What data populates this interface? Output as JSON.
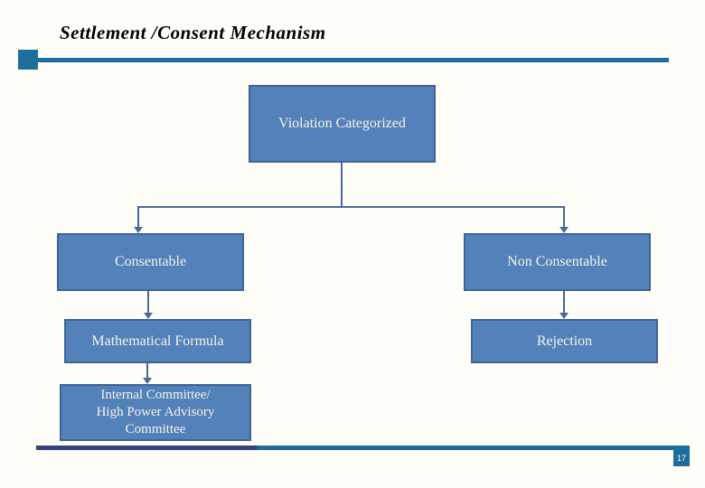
{
  "slide": {
    "title": "Settlement /Consent Mechanism",
    "page_number": "17"
  },
  "colors": {
    "background": "#fffef8",
    "accent_teal": "#1c6e9c",
    "node_fill": "#5382ba",
    "node_border": "#3e6494",
    "node_text": "#f6f2e4",
    "connector": "#4a6a96",
    "footer_dark_segment": "#35427b",
    "title_text": "#000000",
    "page_number_text": "#ffffff"
  },
  "diagram": {
    "nodes": {
      "violation_categorized": {
        "label": "Violation Categorized"
      },
      "consentable": {
        "label": "Consentable"
      },
      "non_consentable": {
        "label": "Non Consentable"
      },
      "mathematical_formula": {
        "label": "Mathematical Formula"
      },
      "rejection": {
        "label": "Rejection"
      },
      "internal_committee": {
        "label": "Internal Committee/ High Power Advisory Committee",
        "lines": [
          "Internal Committee/",
          "High Power Advisory",
          "Committee"
        ]
      }
    }
  }
}
